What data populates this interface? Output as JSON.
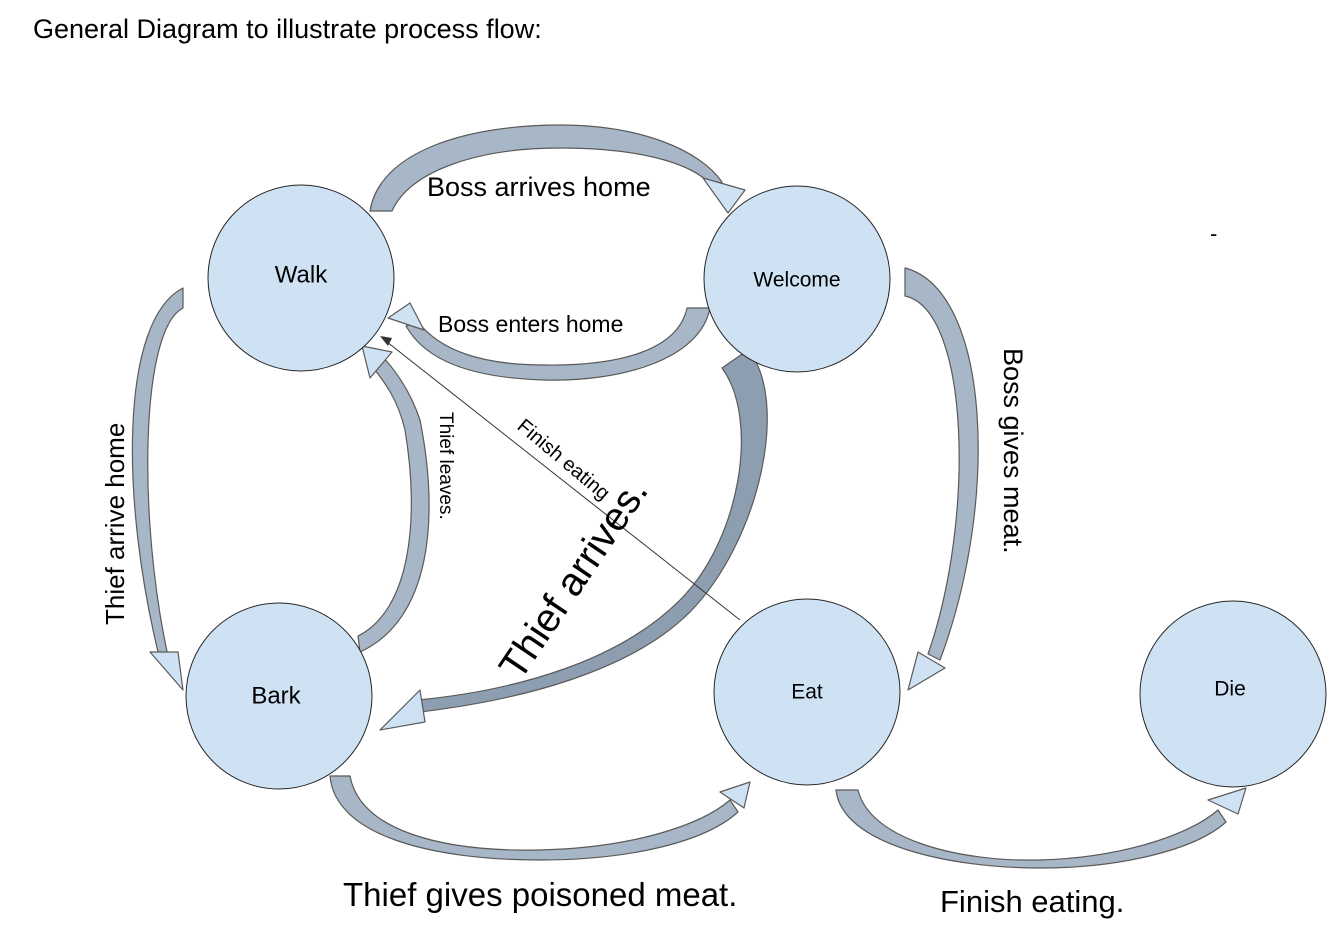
{
  "heading": "General Diagram to illustrate process flow:",
  "dash_mark": "-",
  "nodes": {
    "walk": "Walk",
    "welcome": "Welcome",
    "bark": "Bark",
    "eat": "Eat",
    "die": "Die"
  },
  "edges": {
    "boss_arrives_home": "Boss arrives home",
    "boss_enters_home": "Boss enters home",
    "thief_arrive_home": "Thief arrive home",
    "thief_leaves": "Thief leaves.",
    "finish_eating_small": "Finish eating",
    "thief_arrives": "Thief arrives.",
    "boss_gives_meat": "Boss gives meat.",
    "thief_gives_poisoned_meat": "Thief gives poisoned meat.",
    "finish_eating": "Finish eating."
  },
  "colors": {
    "node_fill": "#cfe2f3",
    "arrow_band": "#a8b7c7",
    "arrow_head": "#cfe2f3"
  }
}
